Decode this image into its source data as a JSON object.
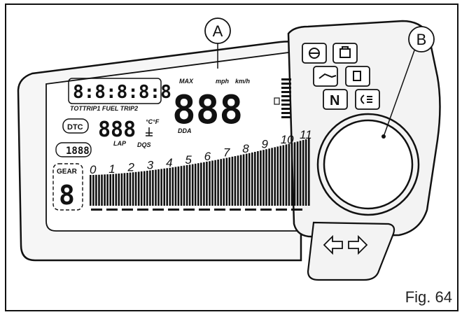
{
  "figure": {
    "caption": "Fig. 64",
    "callouts": {
      "a": "A",
      "b": "B"
    }
  },
  "display": {
    "odometer_digits": "8:8:8:8:8",
    "odometer_modes": "TOTTRIP1 FUEL TRIP2",
    "speed_digits": "888",
    "speed_max": "MAX",
    "unit_mph": "mph",
    "unit_kmh": "km/h",
    "dda": "DDA",
    "dtc": "DTC",
    "temp_digits": "888",
    "temp_units": "°C°F",
    "lap": "LAP",
    "dqs": "DQS",
    "small_digits": "1888",
    "gear_label": "GEAR",
    "gear_digit": "8",
    "rpm_ticks": [
      "0",
      "1",
      "2",
      "3",
      "4",
      "5",
      "6",
      "7",
      "8",
      "9",
      "10",
      "11"
    ],
    "neutral": "N"
  },
  "icons": [
    "oil-warning-icon",
    "engine-check-icon",
    "oil-can-icon",
    "fuel-icon",
    "headlight-icon",
    "turn-left-icon",
    "turn-right-icon"
  ]
}
